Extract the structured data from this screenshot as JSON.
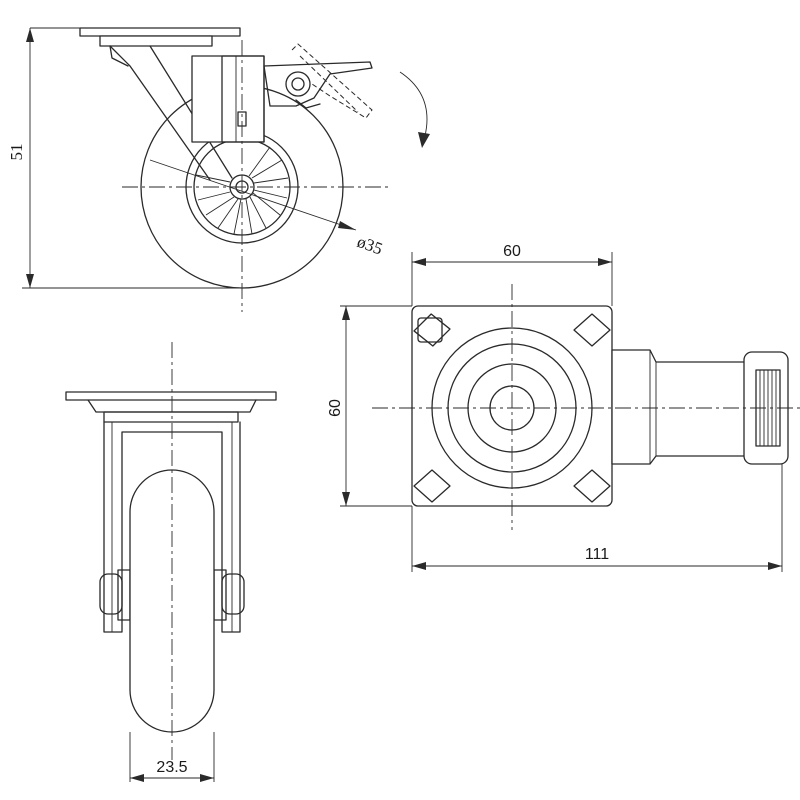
{
  "dimensions": {
    "side_height": "51",
    "wheel_diameter": "ø35",
    "plate_width": "60",
    "plate_height": "60",
    "overall_length": "111",
    "wheel_width": "23.5"
  }
}
